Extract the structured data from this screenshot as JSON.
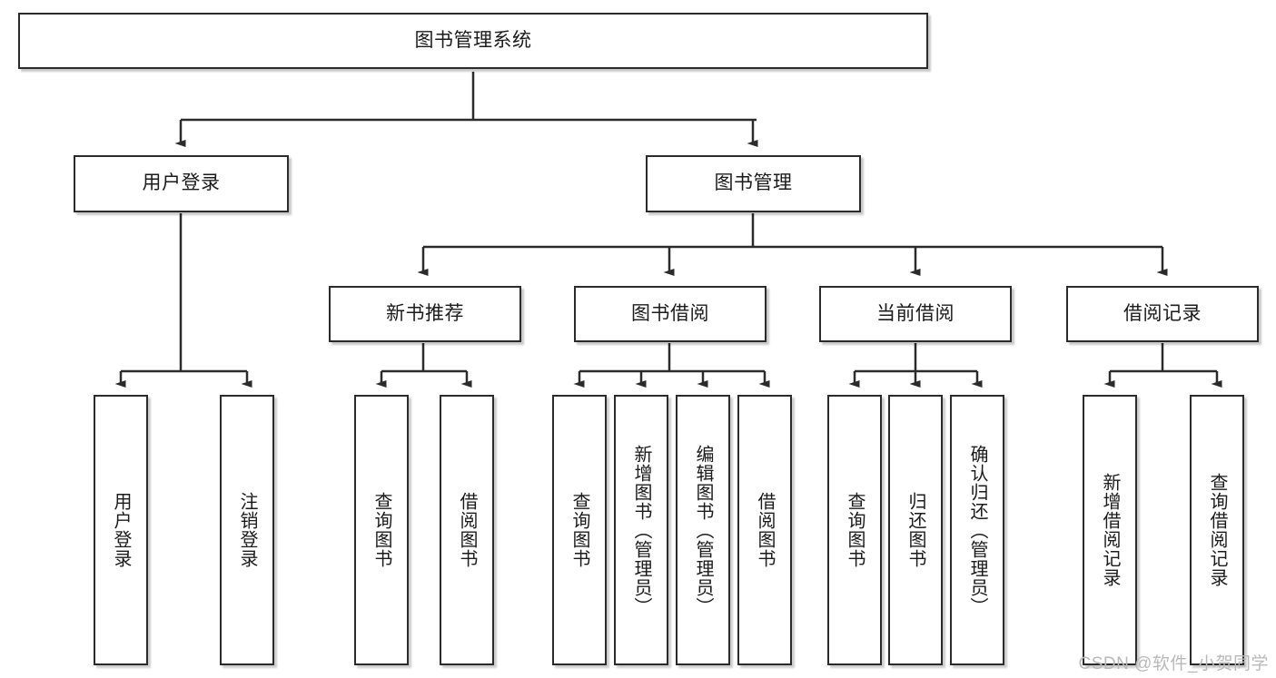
{
  "diagram": {
    "type": "tree-hierarchy-chart",
    "title": "图书管理系统",
    "stroke_color": "#2b2b2b",
    "fill_color": "#ffffff",
    "text_color": "#1b1b1b",
    "levels": {
      "root": {
        "label": "图书管理系统"
      },
      "level2": [
        {
          "label": "用户登录"
        },
        {
          "label": "图书管理"
        }
      ],
      "level3": [
        {
          "label": "新书推荐"
        },
        {
          "label": "图书借阅"
        },
        {
          "label": "当前借阅"
        },
        {
          "label": "借阅记录"
        }
      ],
      "leaves": [
        {
          "label": "用户登录",
          "parent": "用户登录"
        },
        {
          "label": "注销登录",
          "parent": "用户登录"
        },
        {
          "label": "查询图书",
          "parent": "新书推荐"
        },
        {
          "label": "借阅图书",
          "parent": "新书推荐"
        },
        {
          "label": "查询图书",
          "parent": "图书借阅"
        },
        {
          "label": "新增图书（管理员）",
          "parent": "图书借阅"
        },
        {
          "label": "编辑图书（管理员）",
          "parent": "图书借阅"
        },
        {
          "label": "借阅图书",
          "parent": "图书借阅"
        },
        {
          "label": "查询图书",
          "parent": "当前借阅"
        },
        {
          "label": "归还图书",
          "parent": "当前借阅"
        },
        {
          "label": "确认归还（管理员）",
          "parent": "当前借阅"
        },
        {
          "label": "新增借阅记录",
          "parent": "借阅记录"
        },
        {
          "label": "查询借阅记录",
          "parent": "借阅记录"
        }
      ]
    }
  },
  "watermark": {
    "text": "CSDN @软件_小贺同学"
  }
}
